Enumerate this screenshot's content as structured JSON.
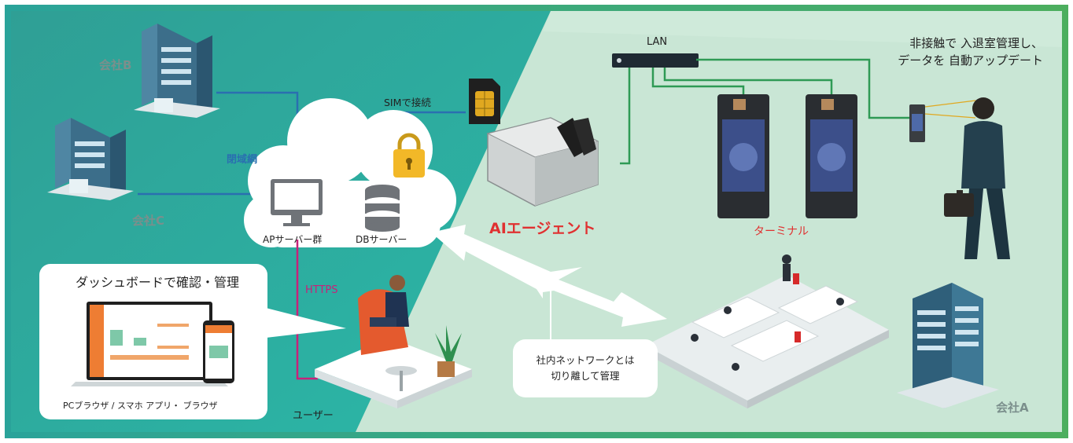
{
  "labels": {
    "company_b": "会社B",
    "company_c": "会社C",
    "company_a": "会社A",
    "closed_network": "閉域網",
    "sim_connect": "SIMで接続",
    "lan": "LAN",
    "ap_servers": "APサーバー群",
    "db_server": "DBサーバー",
    "https": "HTTPS",
    "ai_agent": "AIエージェント",
    "terminal": "ターミナル",
    "user": "ユーザー",
    "note_line1": "非接触で 入退室管理し、",
    "note_line2": "データを 自動アップデート",
    "dashboard_title": "ダッシュボードで確認・管理",
    "dashboard_footer": "PCブラウザ / スマホ アプリ・ ブラウザ",
    "callout_line1": "社内ネットワークとは",
    "callout_line2": "切り離して管理"
  },
  "colors": {
    "teal_panel": "#2aa39a",
    "light_panel": "#c9e6d5",
    "frame_green": "#3aa85a",
    "closed_network_line": "#2a6fb0",
    "https_line": "#c8217a",
    "lan_line": "#2e9a55",
    "ai_agent_text": "#e03131"
  }
}
